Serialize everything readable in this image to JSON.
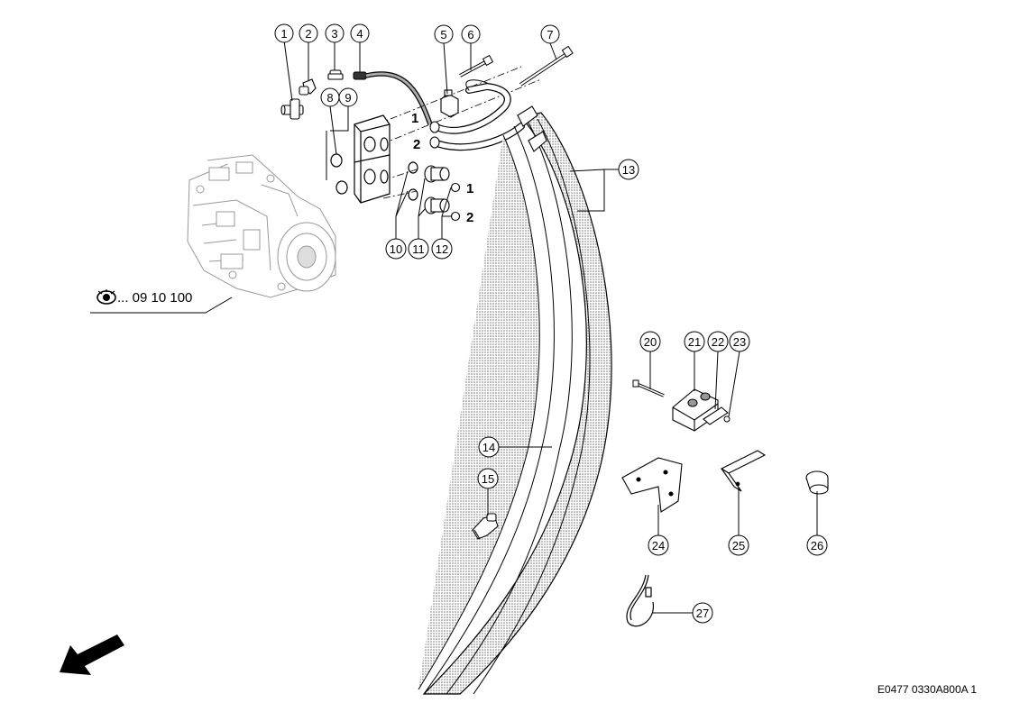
{
  "callouts": [
    "1",
    "2",
    "3",
    "4",
    "5",
    "6",
    "7",
    "8",
    "9",
    "10",
    "11",
    "12",
    "13",
    "14",
    "15",
    "20",
    "21",
    "22",
    "23",
    "24",
    "25",
    "26",
    "27"
  ],
  "port_labels": [
    "1",
    "2",
    "1",
    "2"
  ],
  "reference": {
    "icon": "eye-icon",
    "text": "... 09 10 100"
  },
  "drawing_code": "E0477 0330A800A 1",
  "direction_icon": "arrow-down-left-icon"
}
